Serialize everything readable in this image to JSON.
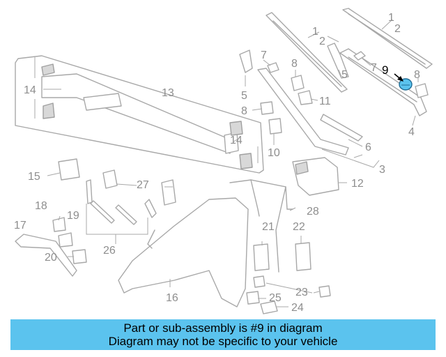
{
  "diagram": {
    "callouts": [
      "1",
      "2",
      "1",
      "2",
      "7",
      "8",
      "5",
      "7",
      "9",
      "8",
      "5",
      "11",
      "4",
      "13",
      "14",
      "8",
      "6",
      "14",
      "10",
      "3",
      "12",
      "15",
      "27",
      "18",
      "19",
      "28",
      "17",
      "21",
      "22",
      "26",
      "20",
      "16",
      "23",
      "25",
      "24"
    ],
    "highlighted_part": "9",
    "colors": {
      "highlight_fill": "#5bc3ee",
      "line": "#a8a8a8",
      "callout_text": "#8e8e8e",
      "highlight_text": "#000000"
    }
  },
  "banner": {
    "line1": "Part or sub-assembly is #9 in diagram",
    "line2": "Diagram may not be specific to your vehicle",
    "background": "#5bc3ee"
  }
}
